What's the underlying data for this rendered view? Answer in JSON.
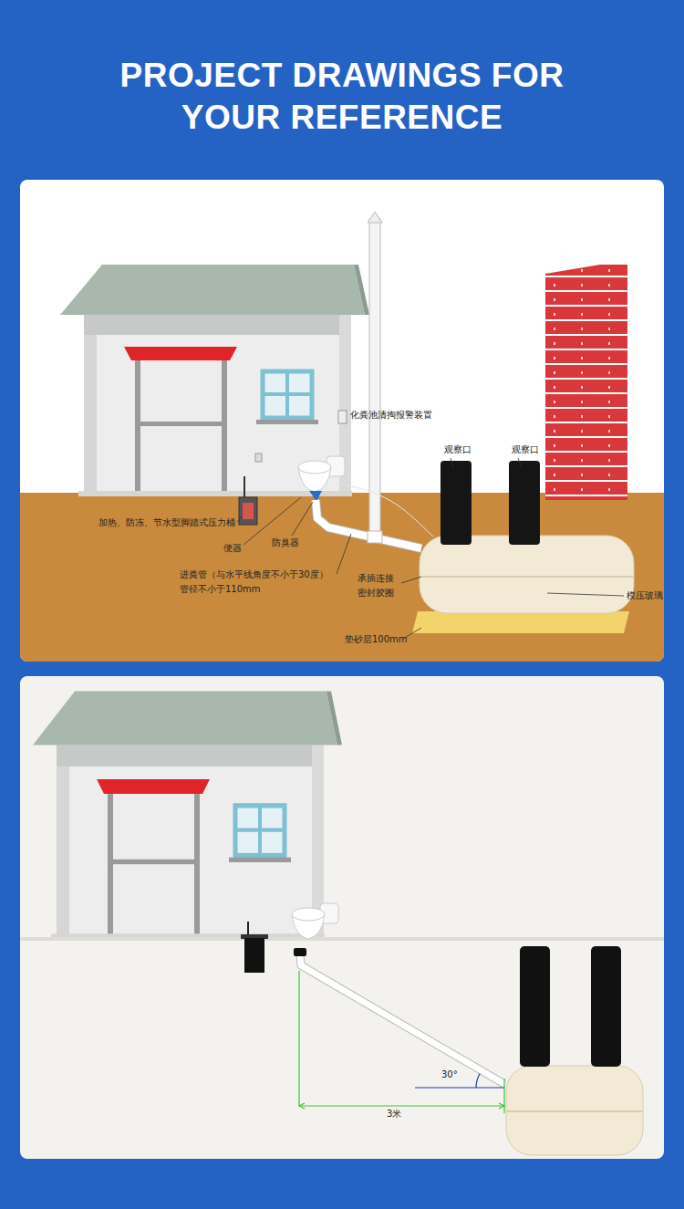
{
  "diagram": {
    "title": "PROJECT DRAWINGS FOR YOUR REFERENCE",
    "labels": [
      "化粪池清掏报警装置",
      "观察口",
      "观察口",
      "加热、防冻、节水型脚踏式压力桶",
      "防臭器",
      "便器",
      "进粪管（与水平线角度不小于30度）",
      "承插连接",
      "密封胶圈",
      "模压玻璃",
      "管径不小于110mm",
      "垫砂层100mm",
      "30°",
      "3米"
    ]
  }
}
